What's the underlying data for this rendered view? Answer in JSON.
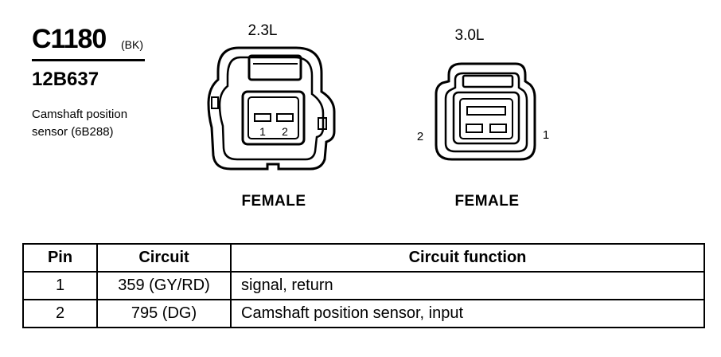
{
  "connector": {
    "code": "C1180",
    "color": "(BK)",
    "part_number": "12B637",
    "description_line1": "Camshaft position",
    "description_line2": "sensor (6B288)"
  },
  "views": [
    {
      "engine": "2.3L",
      "gender": "FEMALE",
      "pin_labels": [
        "1",
        "2"
      ]
    },
    {
      "engine": "3.0L",
      "gender": "FEMALE",
      "left_label": "2",
      "right_label": "1"
    }
  ],
  "table": {
    "headers": [
      "Pin",
      "Circuit",
      "Circuit function"
    ],
    "rows": [
      {
        "pin": "1",
        "circuit": "359 (GY/RD)",
        "function": "signal, return"
      },
      {
        "pin": "2",
        "circuit": "795 (DG)",
        "function": "Camshaft position sensor, input"
      }
    ]
  }
}
